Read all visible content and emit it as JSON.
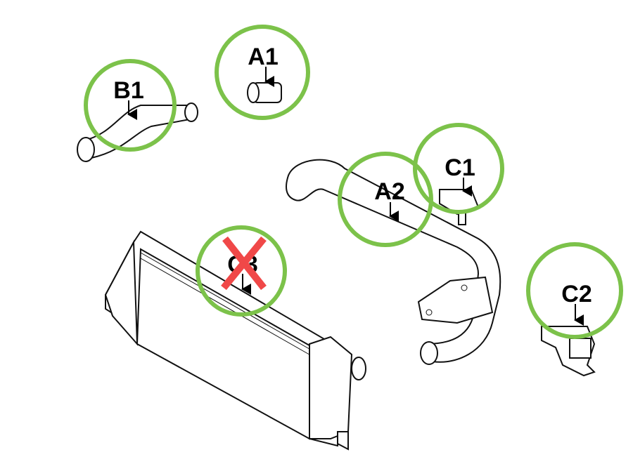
{
  "diagram": {
    "callouts": [
      {
        "id": "b1",
        "label": "B1",
        "crossed_out": false
      },
      {
        "id": "a1",
        "label": "A1",
        "crossed_out": false
      },
      {
        "id": "a2",
        "label": "A2",
        "crossed_out": false
      },
      {
        "id": "c1",
        "label": "C1",
        "crossed_out": false
      },
      {
        "id": "c2",
        "label": "C2",
        "crossed_out": false
      },
      {
        "id": "c3",
        "label": "C3",
        "crossed_out": true
      }
    ],
    "colors": {
      "ring": "#7cc24a",
      "cross": "#f04848",
      "line": "#111111"
    }
  }
}
